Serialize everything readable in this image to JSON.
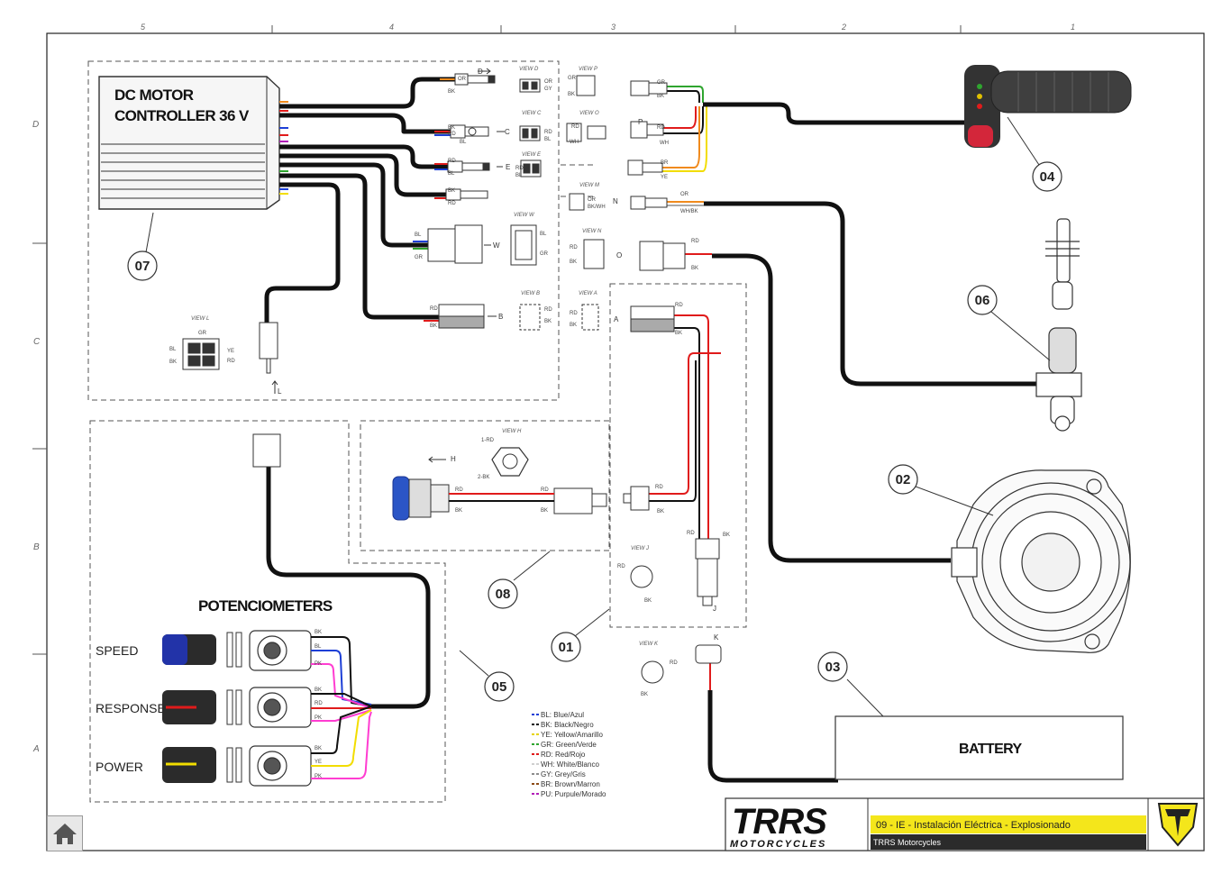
{
  "grid": {
    "columns": [
      "5",
      "4",
      "3",
      "2",
      "1"
    ],
    "rows": [
      "D",
      "C",
      "B",
      "A"
    ]
  },
  "controller": {
    "line1": "DC MOTOR",
    "line2": "CONTROLLER 36 V"
  },
  "potentiometers": {
    "title": "POTENCIOMETERS",
    "items": [
      "SPEED",
      "RESPONSE",
      "POWER"
    ]
  },
  "battery": {
    "label": "BATTERY"
  },
  "callouts": [
    "01",
    "02",
    "03",
    "04",
    "05",
    "06",
    "07",
    "08"
  ],
  "connectors": [
    "A",
    "B",
    "C",
    "D",
    "E",
    "H",
    "J",
    "K",
    "L",
    "M",
    "N",
    "O",
    "P",
    "W"
  ],
  "views": [
    "VIEW D",
    "VIEW C",
    "VIEW E",
    "VIEW W",
    "VIEW B",
    "VIEW P",
    "VIEW O",
    "VIEW M",
    "VIEW N",
    "VIEW A",
    "VIEW L",
    "VIEW H",
    "VIEW J",
    "VIEW K"
  ],
  "wire_codes": [
    "BK",
    "OR",
    "GY",
    "RD",
    "BL",
    "GR",
    "WH",
    "BR",
    "YE",
    "PK",
    "BK/WH",
    "WH/BK",
    "1-RD",
    "2-BK"
  ],
  "legend": [
    {
      "text": "BL: Blue/Azul",
      "color": "#1d3fd6"
    },
    {
      "text": "BK: Black/Negro",
      "color": "#111111"
    },
    {
      "text": "YE: Yellow/Amarillo",
      "color": "#e6d400"
    },
    {
      "text": "GR: Green/Verde",
      "color": "#2fa52f"
    },
    {
      "text": "RD: Red/Rojo",
      "color": "#e01b1b"
    },
    {
      "text": "WH: White/Blanco",
      "color": "#cfcfcf"
    },
    {
      "text": "GY: Grey/Gris",
      "color": "#8c8c8c"
    },
    {
      "text": "BR: Brown/Marron",
      "color": "#8b4a16"
    },
    {
      "text": "PU: Purpule/Morado",
      "color": "#b21fb8"
    }
  ],
  "title_block": {
    "logo_main": "TRRS",
    "logo_sub": "MOTORCYCLES",
    "title": "09 - IE - Instalación Eléctrica - Explosionado",
    "company": "TRRS Motorcycles"
  },
  "colors": {
    "black": "#111111",
    "red": "#e01b1b",
    "blue": "#1d3fd6",
    "green": "#2fa52f",
    "yellow": "#f2dd00",
    "orange": "#f08a1d",
    "pink": "#ff3dd1",
    "accent_yellow": "#f4e61b"
  }
}
